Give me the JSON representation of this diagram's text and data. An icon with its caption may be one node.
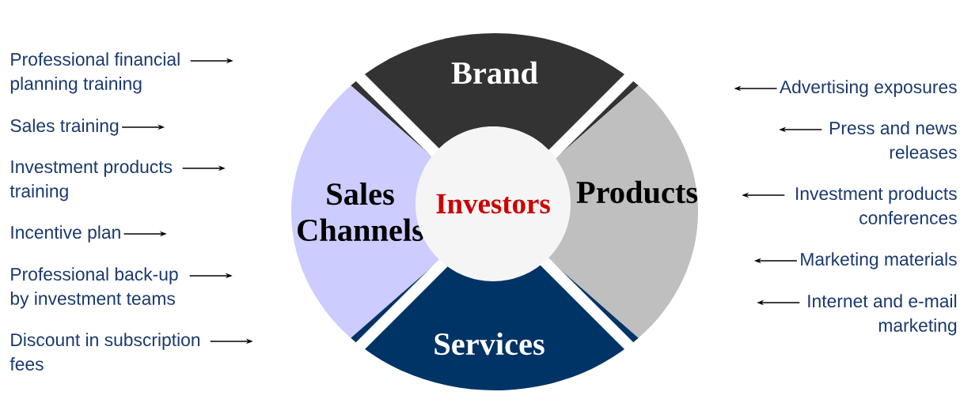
{
  "diagram": {
    "nodes": [
      {
        "text": [
          "Brand"
        ]
      },
      {
        "text": [
          "Sales Channels"
        ]
      },
      {
        "text": [
          "Investors"
        ]
      },
      {
        "text": [
          "Products"
        ]
      },
      {
        "text": [
          "Services"
        ]
      },
      {
        "text": [
          "Professional financial planning training"
        ]
      },
      {
        "text": [
          "Sales training"
        ]
      },
      {
        "text": [
          "Investment products training"
        ]
      },
      {
        "text": [
          "Incentive plan"
        ]
      },
      {
        "text": [
          "Professional back-up by investment teams"
        ]
      },
      {
        "text": [
          "Discount in subscription fees"
        ]
      },
      {
        "text": [
          "Advertising exposures"
        ]
      },
      {
        "text": [
          "Press and news releases"
        ]
      },
      {
        "text": [
          "Investment products conferences"
        ]
      },
      {
        "text": [
          "Marketing materials"
        ]
      },
      {
        "text": [
          "Internet and e-mail marketing"
        ]
      }
    ],
    "edges": [
      {
        "from": 5,
        "to": null,
        "arrow": "to"
      },
      {
        "from": 6,
        "to": null,
        "arrow": "to"
      },
      {
        "from": 7,
        "to": null,
        "arrow": "to"
      },
      {
        "from": 8,
        "to": null,
        "arrow": "to"
      },
      {
        "from": 9,
        "to": null,
        "arrow": "to"
      },
      {
        "from": 10,
        "to": null,
        "arrow": "to"
      },
      {
        "from": 11,
        "to": null,
        "arrow": "to"
      },
      {
        "from": 12,
        "to": null,
        "arrow": "to"
      },
      {
        "from": 13,
        "to": null,
        "arrow": "to"
      },
      {
        "from": 14,
        "to": null,
        "arrow": "to"
      },
      {
        "from": 15,
        "to": null,
        "arrow": "to"
      }
    ]
  }
}
